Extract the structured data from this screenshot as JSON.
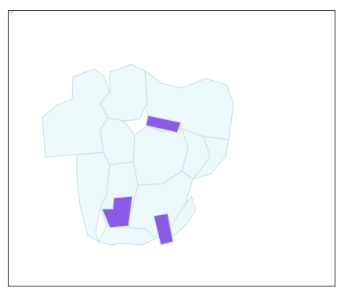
{
  "map": {
    "colors": {
      "base_fill": "#edf9fb",
      "highlight_fill": "#8c5ae8",
      "boundary": "#cfe3ea",
      "frame": "#2b2b2b"
    },
    "districts": [
      {
        "id": "north-west",
        "highlighted": false
      },
      {
        "id": "north-central",
        "highlighted": false
      },
      {
        "id": "north-east",
        "highlighted": false
      },
      {
        "id": "west",
        "highlighted": false
      },
      {
        "id": "center-left",
        "highlighted": false
      },
      {
        "id": "center",
        "highlighted": false
      },
      {
        "id": "center-right",
        "highlighted": false
      },
      {
        "id": "east",
        "highlighted": false
      },
      {
        "id": "south-west",
        "highlighted": false
      },
      {
        "id": "south-center",
        "highlighted": false
      },
      {
        "id": "south-east",
        "highlighted": false
      },
      {
        "id": "north-center-strip",
        "highlighted": true
      },
      {
        "id": "south-west-block",
        "highlighted": true
      },
      {
        "id": "south-east-block",
        "highlighted": true
      }
    ]
  }
}
